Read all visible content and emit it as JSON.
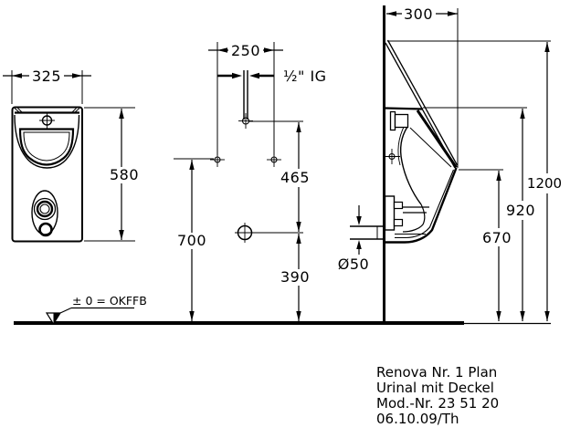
{
  "front_view": {
    "width": "325",
    "height": "580"
  },
  "plan_view": {
    "pipe_spread": "250",
    "thread": "½\" IG",
    "inlet_to_drain": "465",
    "holes_height": "700",
    "drain_height": "390"
  },
  "side_view": {
    "depth": "300",
    "total_height": "1200",
    "rim_top_height": "920",
    "front_rim_height": "670",
    "drain_pipe_dia": "Ø50"
  },
  "datum": {
    "label": "± 0 = OKFFB"
  },
  "title_block": {
    "line1": "Renova Nr. 1 Plan",
    "line2": "Urinal mit Deckel",
    "line3": "Mod.-Nr. 23 51 20",
    "line4": "06.10.09/Th"
  }
}
